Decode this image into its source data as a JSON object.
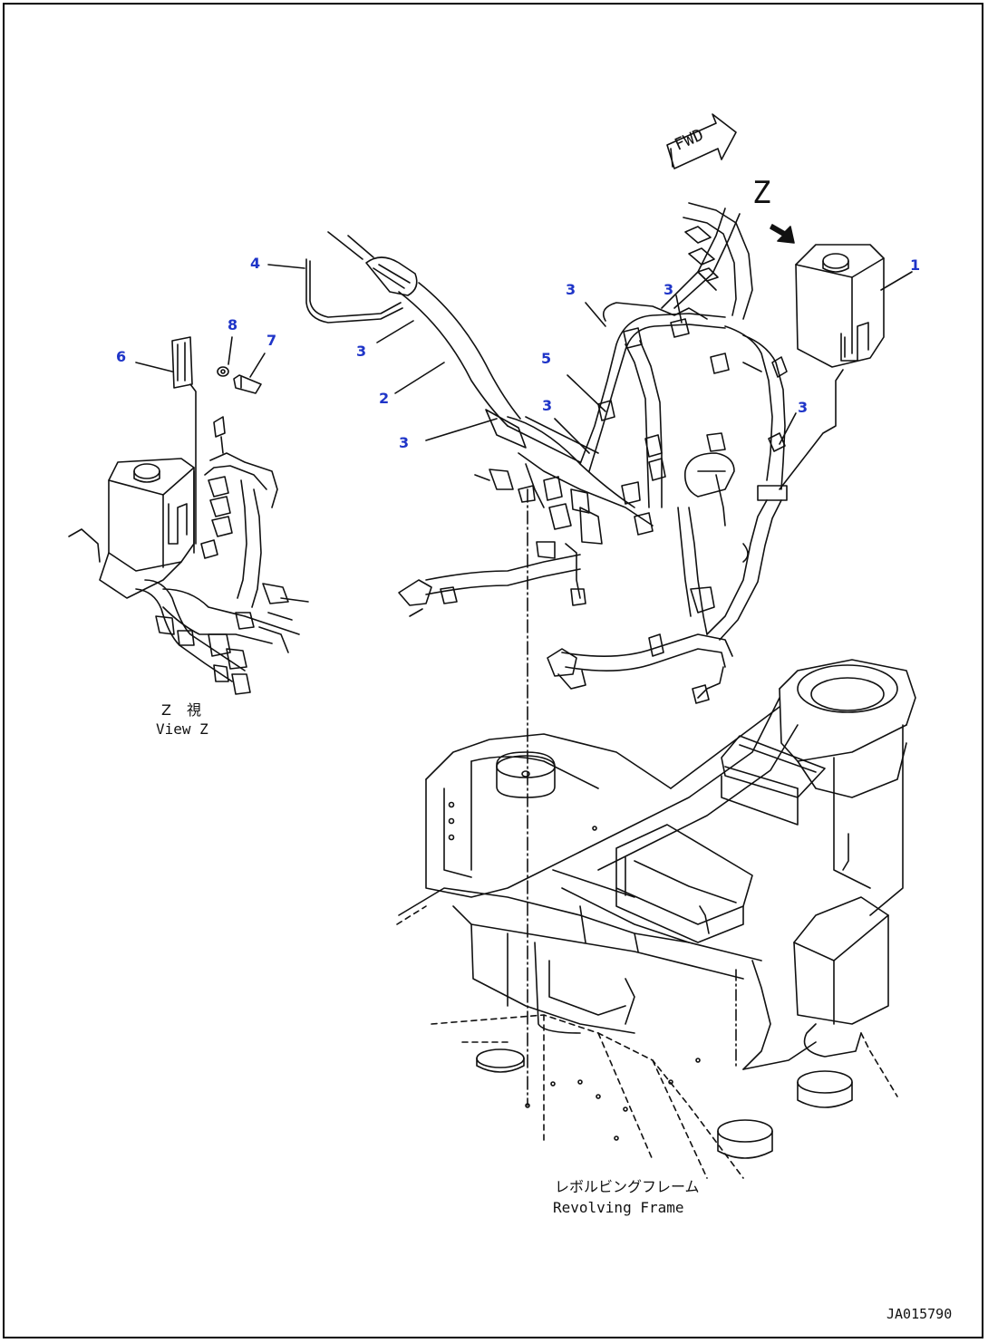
{
  "callouts": {
    "c1": "1",
    "c2": "2",
    "c3a": "3",
    "c3b": "3",
    "c3c": "3",
    "c3d": "3",
    "c3e": "3",
    "c3f": "3",
    "c4": "4",
    "c5": "5",
    "c6": "6",
    "c7": "7",
    "c8": "8"
  },
  "labels": {
    "fwd": "FWD",
    "view_letter": "Z",
    "view_jp": "Z 視",
    "view_en": "View Z",
    "frame_jp": "レボルビングフレーム",
    "frame_en": "Revolving Frame",
    "drawing_code": "JA015790"
  },
  "colors": {
    "callout": "#1f35c8",
    "line": "#111111"
  }
}
